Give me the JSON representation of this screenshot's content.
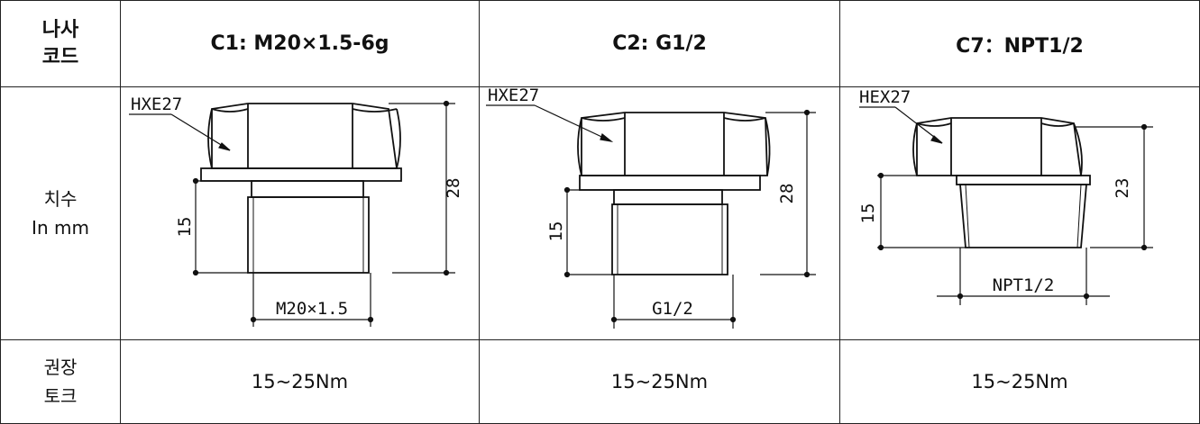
{
  "header": {
    "label_line1": "나사",
    "label_line2": "코드",
    "c1": "C1: M20×1.5-6g",
    "c2": "C2: G1/2",
    "c7": "C7：NPT1/2"
  },
  "dimensions": {
    "label_line1": "치수",
    "label_line2": "In mm",
    "c1": {
      "hex": "HXE27",
      "height": "28",
      "thread_len": "15",
      "thread": "M20×1.5"
    },
    "c2": {
      "hex": "HXE27",
      "height": "28",
      "thread_len": "15",
      "thread": "G1/2"
    },
    "c7": {
      "hex": "HEX27",
      "height": "23",
      "thread_len": "15",
      "thread": "NPT1/2"
    }
  },
  "torque": {
    "label_line1": "권장",
    "label_line2": "토크",
    "c1": "15~25Nm",
    "c2": "15~25Nm",
    "c7": "15~25Nm"
  }
}
